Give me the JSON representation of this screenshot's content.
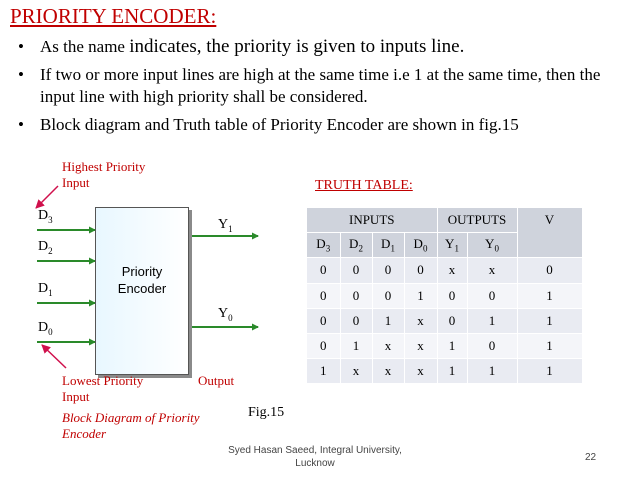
{
  "slide": {
    "title": "PRIORITY ENCODER:",
    "bullets": {
      "b1_part1": "As the name ",
      "b1_part2": "indicates, the priority is given to inputs line.",
      "b2": "If two or more input lines are high at the same time i.e 1 at the same time, then the input line with high priority shall be considered.",
      "b3": "Block diagram and Truth table of Priority Encoder are shown in fig.15"
    },
    "bullet_symbol": "•",
    "footer_author": "Syed Hasan Saeed, Integral University, Lucknow",
    "page_number": "22"
  },
  "diagram": {
    "highest_priority_label": "Highest Priority Input",
    "lowest_priority_label": "Lowest Priority Input",
    "output_label": "Output",
    "block_text_line1": "Priority",
    "block_text_line2": "Encoder",
    "caption": "Block Diagram of Priority Encoder",
    "fig_label": "Fig.15",
    "inputs": [
      {
        "letter": "D",
        "sub": "3"
      },
      {
        "letter": "D",
        "sub": "2"
      },
      {
        "letter": "D",
        "sub": "1"
      },
      {
        "letter": "D",
        "sub": "0"
      }
    ],
    "outputs": [
      {
        "letter": "Y",
        "sub": "1"
      },
      {
        "letter": "Y",
        "sub": "0"
      }
    ],
    "arrow_color": "#d0104c",
    "annotation_color": "#c00000"
  },
  "truth_table": {
    "title": "TRUTH TABLE:",
    "group_headers": {
      "inputs": "INPUTS",
      "outputs": "OUTPUTS",
      "valid": "V"
    },
    "columns": [
      {
        "letter": "D",
        "sub": "3"
      },
      {
        "letter": "D",
        "sub": "2"
      },
      {
        "letter": "D",
        "sub": "1"
      },
      {
        "letter": "D",
        "sub": "0"
      },
      {
        "letter": "Y",
        "sub": "1"
      },
      {
        "letter": "Y",
        "sub": "0"
      }
    ],
    "rows": [
      [
        "0",
        "0",
        "0",
        "0",
        "x",
        "x",
        "0"
      ],
      [
        "0",
        "0",
        "0",
        "1",
        "0",
        "0",
        "1"
      ],
      [
        "0",
        "0",
        "1",
        "x",
        "0",
        "1",
        "1"
      ],
      [
        "0",
        "1",
        "x",
        "x",
        "1",
        "0",
        "1"
      ],
      [
        "1",
        "x",
        "x",
        "x",
        "1",
        "1",
        "1"
      ]
    ]
  }
}
